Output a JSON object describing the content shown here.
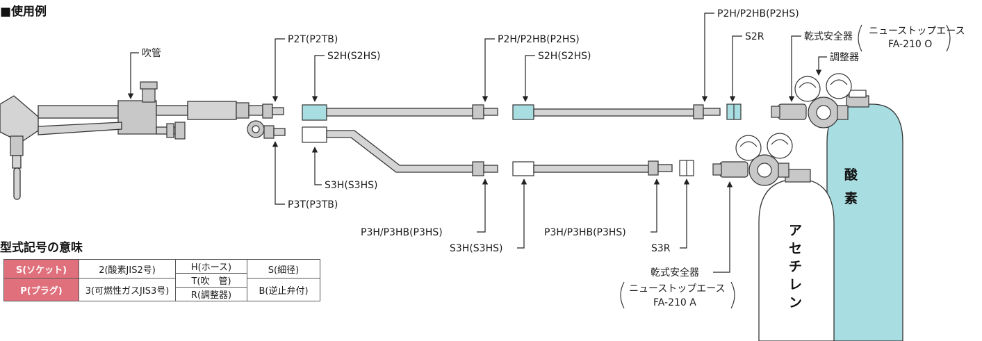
{
  "headings": {
    "usage_example": "■使用例",
    "model_code_meaning": "型式記号の意味"
  },
  "labels": {
    "torch": "吹管",
    "p2t": "P2T(P2TB)",
    "s2h_a": "S2H(S2HS)",
    "p2h_a": "P2H/P2HB(P2HS)",
    "s2h_b": "S2H(S2HS)",
    "p2h_b": "P2H/P2HB(P2HS)",
    "s2r": "S2R",
    "dry_arrestor_top": "乾式安全器",
    "newstop_top_name": "ニューストップエース",
    "newstop_top_model": "FA-210 O",
    "regulator": "調整器",
    "s3h_a": "S3H(S3HS)",
    "p3t": "P3T(P3TB)",
    "p3h_a": "P3H/P3HB(P3HS)",
    "s3h_b": "S3H(S3HS)",
    "p3h_b": "P3H/P3HB(P3HS)",
    "s3r": "S3R",
    "dry_arrestor_bottom": "乾式安全器",
    "newstop_bottom_name": "ニューストップエース",
    "newstop_bottom_model": "FA-210 A",
    "oxygen": [
      "酸",
      "素"
    ],
    "acetylene": [
      "ア",
      "セ",
      "チ",
      "レ",
      "ン"
    ]
  },
  "legend": {
    "socket": "S(ソケット)",
    "plug": "P(プラグ)",
    "oxygen_jis2": "2(酸素JIS2号)",
    "fuel_jis3": "3(可燃性ガスJIS3号)",
    "hose": "H(ホース)",
    "torch_t": "T(吹　管)",
    "regulator_r": "R(調整器)",
    "thin": "S(細径)",
    "check_valve": "B(逆止弁付)"
  },
  "colors": {
    "cyan": "#a8dde2",
    "legend_header": "#e0707c"
  }
}
